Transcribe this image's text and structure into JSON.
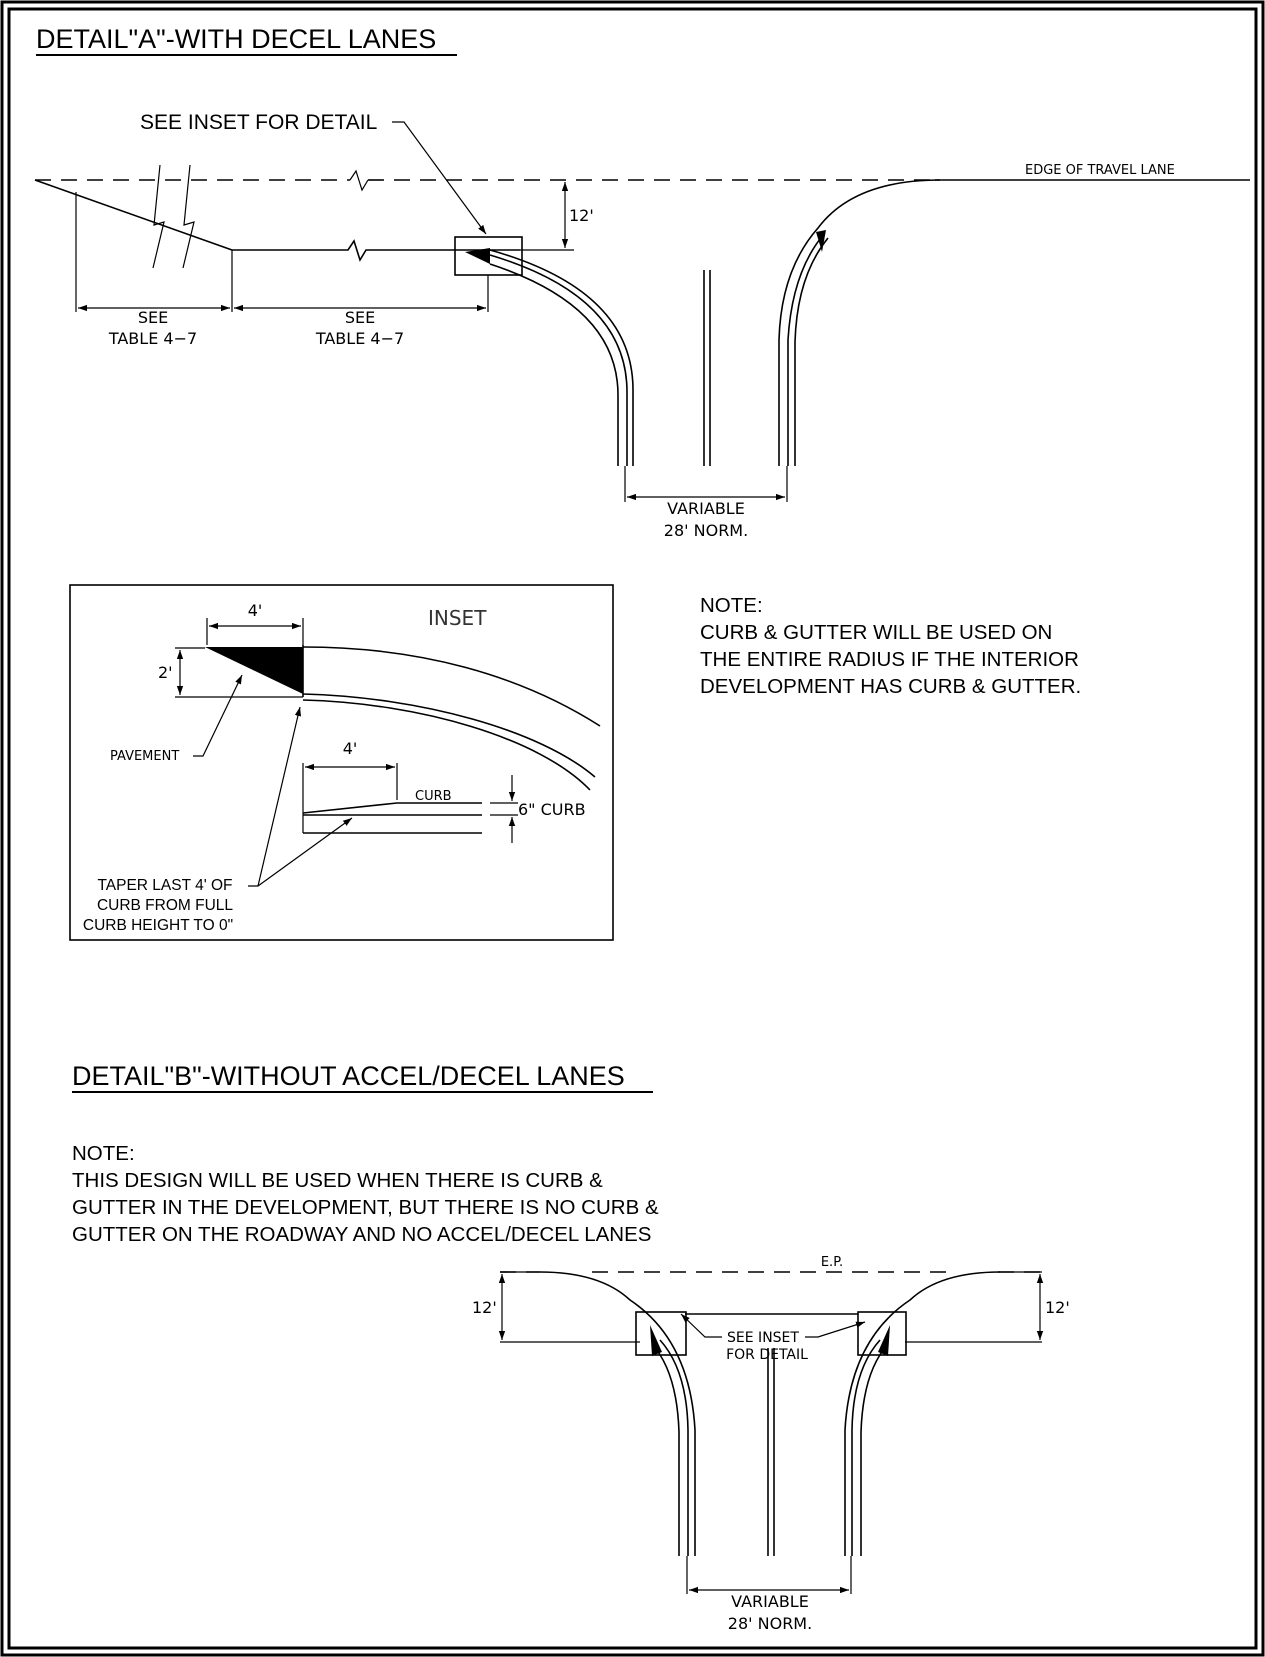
{
  "detail_a": {
    "title": "DETAIL\"A\"-WITH DECEL LANES",
    "see_inset": "SEE INSET FOR DETAIL",
    "edge_label": "EDGE  OF  TRAVEL  LANE",
    "dim_12": "12'",
    "see_1": "SEE",
    "table_1": "TABLE  4−7",
    "see_2": "SEE",
    "table_2": "TABLE  4−7",
    "variable": "VARIABLE",
    "norm": "28'  NORM."
  },
  "inset": {
    "title": "INSET",
    "dim_4_top": "4'",
    "dim_2": "2'",
    "pavement": "PAVEMENT",
    "dim_4_curb": "4'",
    "curb": "CURB",
    "six_curb": "6\"  CURB",
    "taper_lines": [
      "TAPER LAST 4' OF",
      "CURB FROM FULL",
      "CURB HEIGHT TO 0\""
    ]
  },
  "note_a": {
    "heading": "NOTE:",
    "lines": [
      "CURB & GUTTER WILL BE USED ON",
      "THE ENTIRE RADIUS IF THE INTERIOR",
      "DEVELOPMENT HAS CURB & GUTTER."
    ]
  },
  "detail_b": {
    "title": "DETAIL\"B\"-WITHOUT ACCEL/DECEL LANES",
    "note_heading": "NOTE:",
    "note_lines": [
      "THIS DESIGN WILL BE USED WHEN THERE IS CURB &",
      "GUTTER IN THE DEVELOPMENT, BUT THERE IS NO CURB &",
      "GUTTER ON THE ROADWAY AND NO ACCEL/DECEL LANES"
    ],
    "ep_label": "E.P.",
    "dim_12_left": "12'",
    "dim_12_right": "12'",
    "see_inset_1": "SEE  INSET",
    "see_inset_2": "FOR  DETAIL",
    "variable": "VARIABLE",
    "norm": "28'  NORM."
  }
}
